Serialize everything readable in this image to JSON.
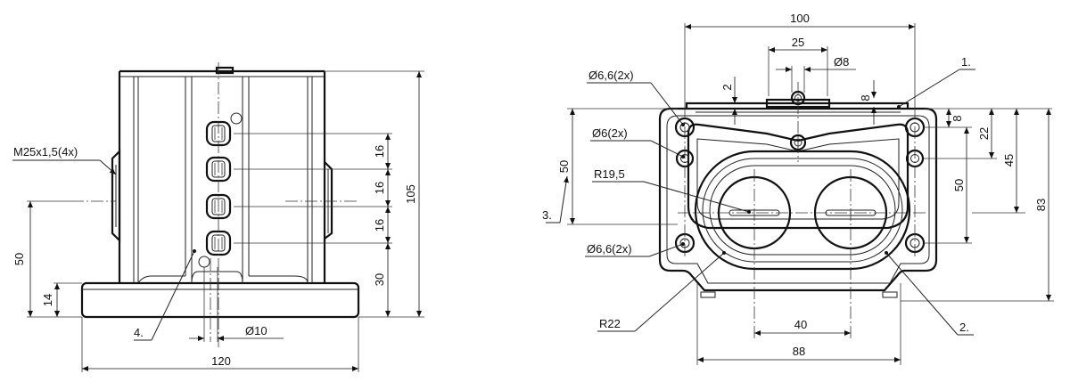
{
  "left_view": {
    "thread_callout": "M25x1,5(4x)",
    "dims": {
      "pitch_1": "16",
      "pitch_2": "16",
      "pitch_3": "16",
      "bottom_to_first": "30",
      "total_height": "105",
      "axis_height": "50",
      "base_thickness": "14",
      "hole_diameter": "Ø10",
      "base_width": "120"
    },
    "callout_4": "4."
  },
  "right_view": {
    "dims": {
      "overall_width": "100",
      "hole_spacing_top": "25",
      "pin_diameter": "Ø8",
      "offset_2": "2",
      "offset_8_top": "8",
      "right_8": "8",
      "right_22": "22",
      "right_45": "45",
      "right_50": "50",
      "right_83": "83",
      "left_50": "50",
      "bottom_40": "40",
      "bottom_88": "88"
    },
    "callouts": {
      "hole_a": "Ø6,6(2x)",
      "hole_b": "Ø6(2x)",
      "radius_a": "R19,5",
      "hole_c": "Ø6,6(2x)",
      "radius_b": "R22",
      "c1": "1.",
      "c2": "2.",
      "c3": "3."
    }
  }
}
